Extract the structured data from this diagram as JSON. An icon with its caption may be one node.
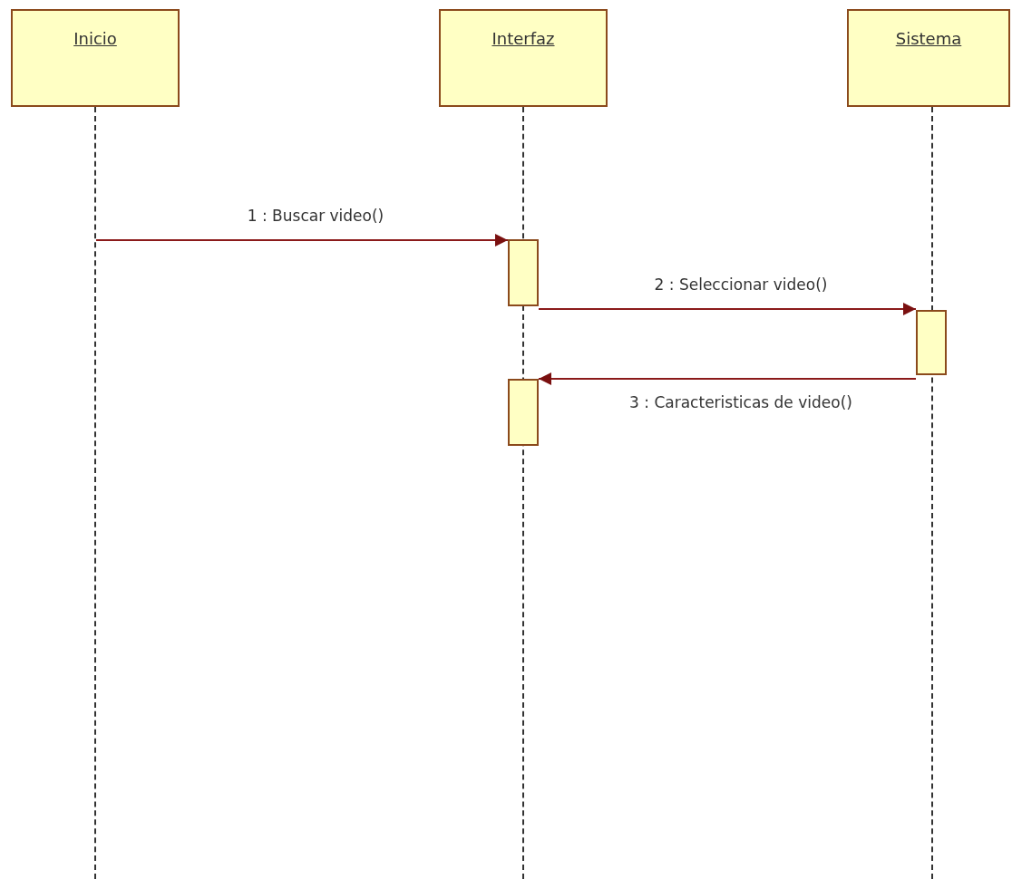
{
  "diagram": {
    "nodes": [
      {
        "text": [
          "Inicio"
        ]
      },
      {
        "text": [
          "Interfaz"
        ]
      },
      {
        "text": [
          "Sistema"
        ]
      },
      {
        "text": [],
        "shape": "bar"
      },
      {
        "text": [],
        "shape": "bar"
      },
      {
        "text": [],
        "shape": "bar"
      },
      {
        "text": [],
        "shape": "box"
      },
      {
        "text": [],
        "shape": "box"
      },
      {
        "text": [],
        "shape": "box"
      }
    ],
    "edges": [
      {
        "from": 3,
        "to": 6,
        "arrow": "to",
        "label": "1 : Buscar video()"
      },
      {
        "from": 6,
        "to": 7,
        "arrow": "to",
        "label": "2 : Seleccionar video()"
      },
      {
        "from": 7,
        "to": 8,
        "arrow": "to",
        "label": "3 : Caracteristicas de video()"
      }
    ]
  }
}
